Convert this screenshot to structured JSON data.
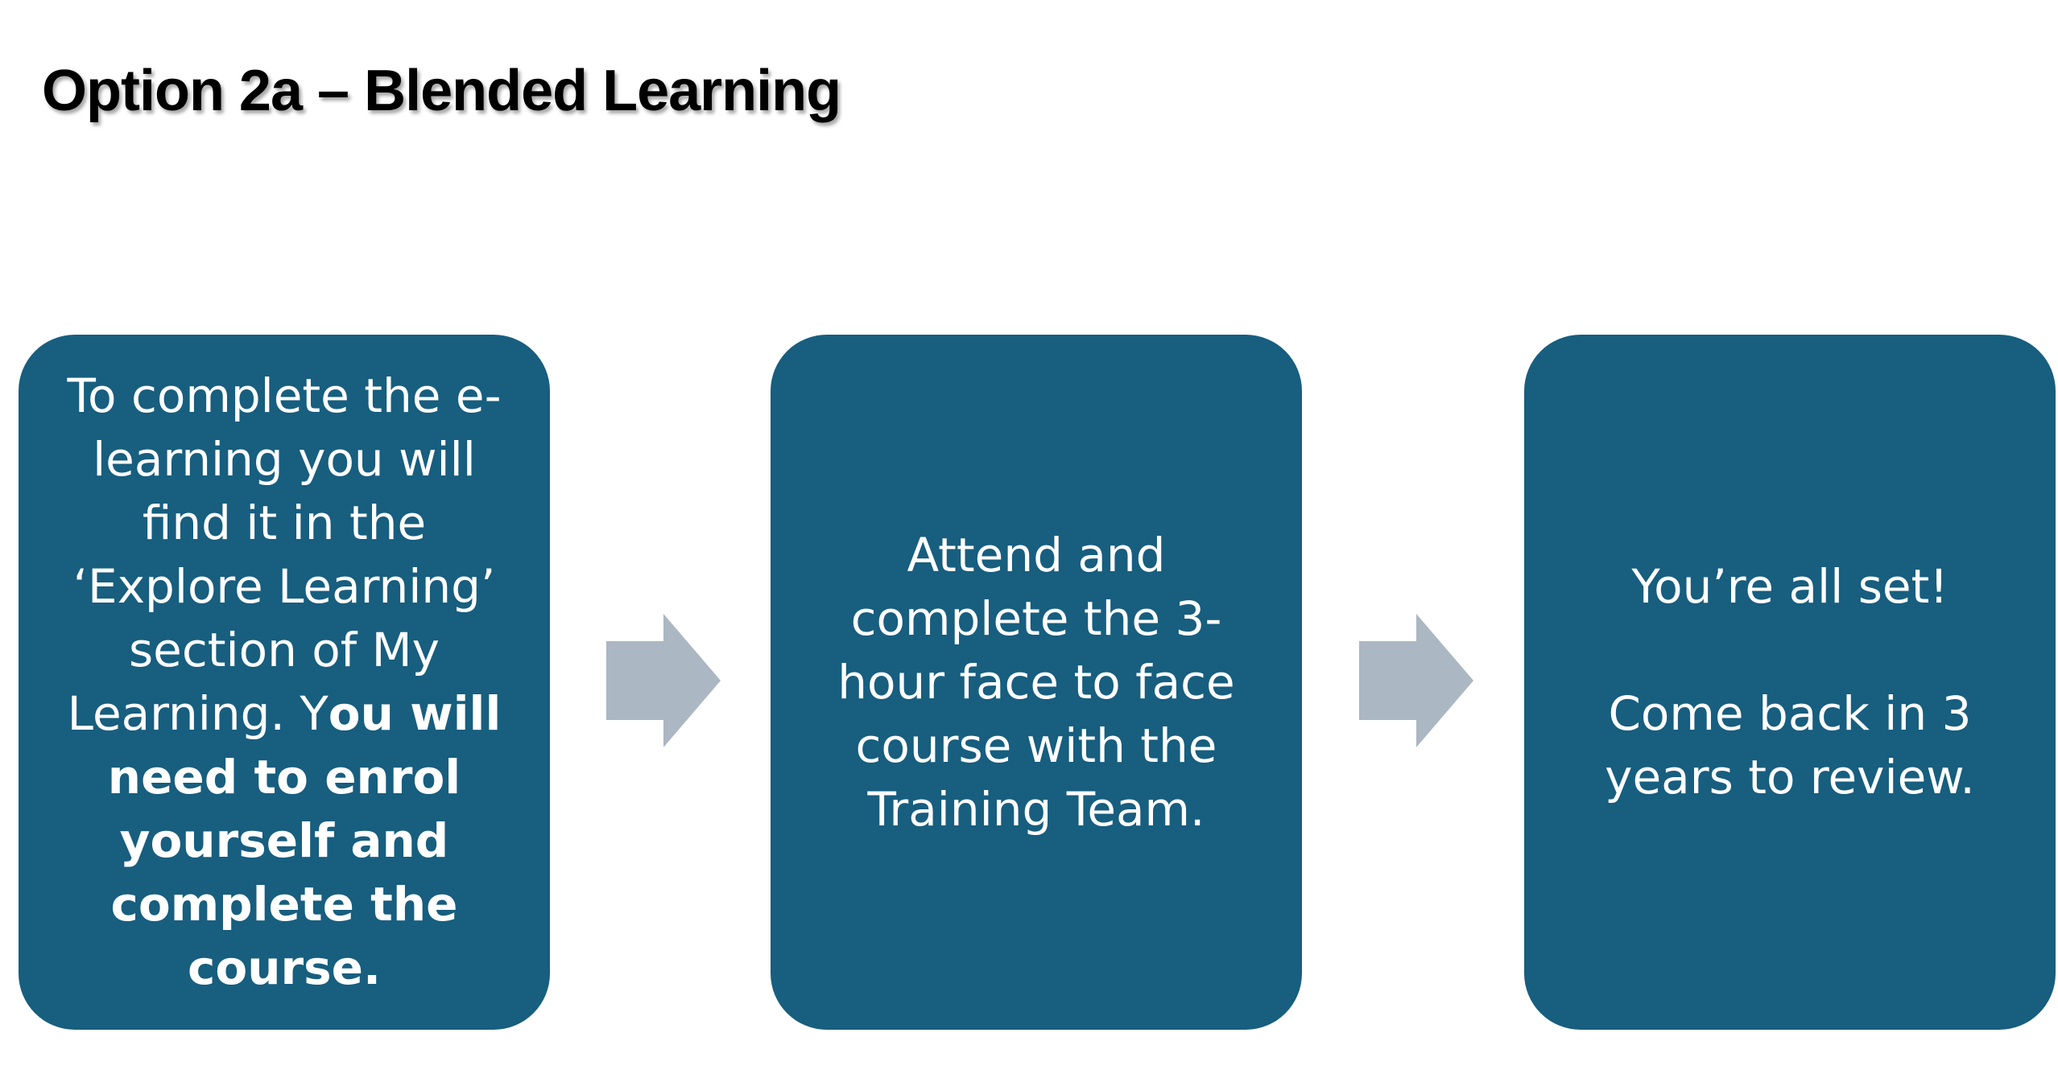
{
  "title": "Option 2a – Blended Learning",
  "colors": {
    "box": "#175e7f",
    "arrow": "#abb7c2",
    "text": "#ffffff"
  },
  "steps": [
    {
      "lines": [
        "To complete the e-",
        "learning you will",
        "find it in the",
        "‘Explore Learning’",
        "section of My"
      ],
      "mixed_line": {
        "normal": "Learning. Y",
        "bold": "ou will"
      },
      "bold_lines": [
        "need to enrol",
        "yourself and",
        "complete the",
        "course."
      ]
    },
    {
      "lines": [
        "Attend and",
        "complete the 3-",
        "hour face to face",
        "course with the",
        "Training Team."
      ]
    },
    {
      "lines": [
        "You’re all set!"
      ],
      "lines2": [
        "Come back in 3",
        "years to review."
      ]
    }
  ],
  "arrows": [
    "arrow-right-icon",
    "arrow-right-icon"
  ]
}
